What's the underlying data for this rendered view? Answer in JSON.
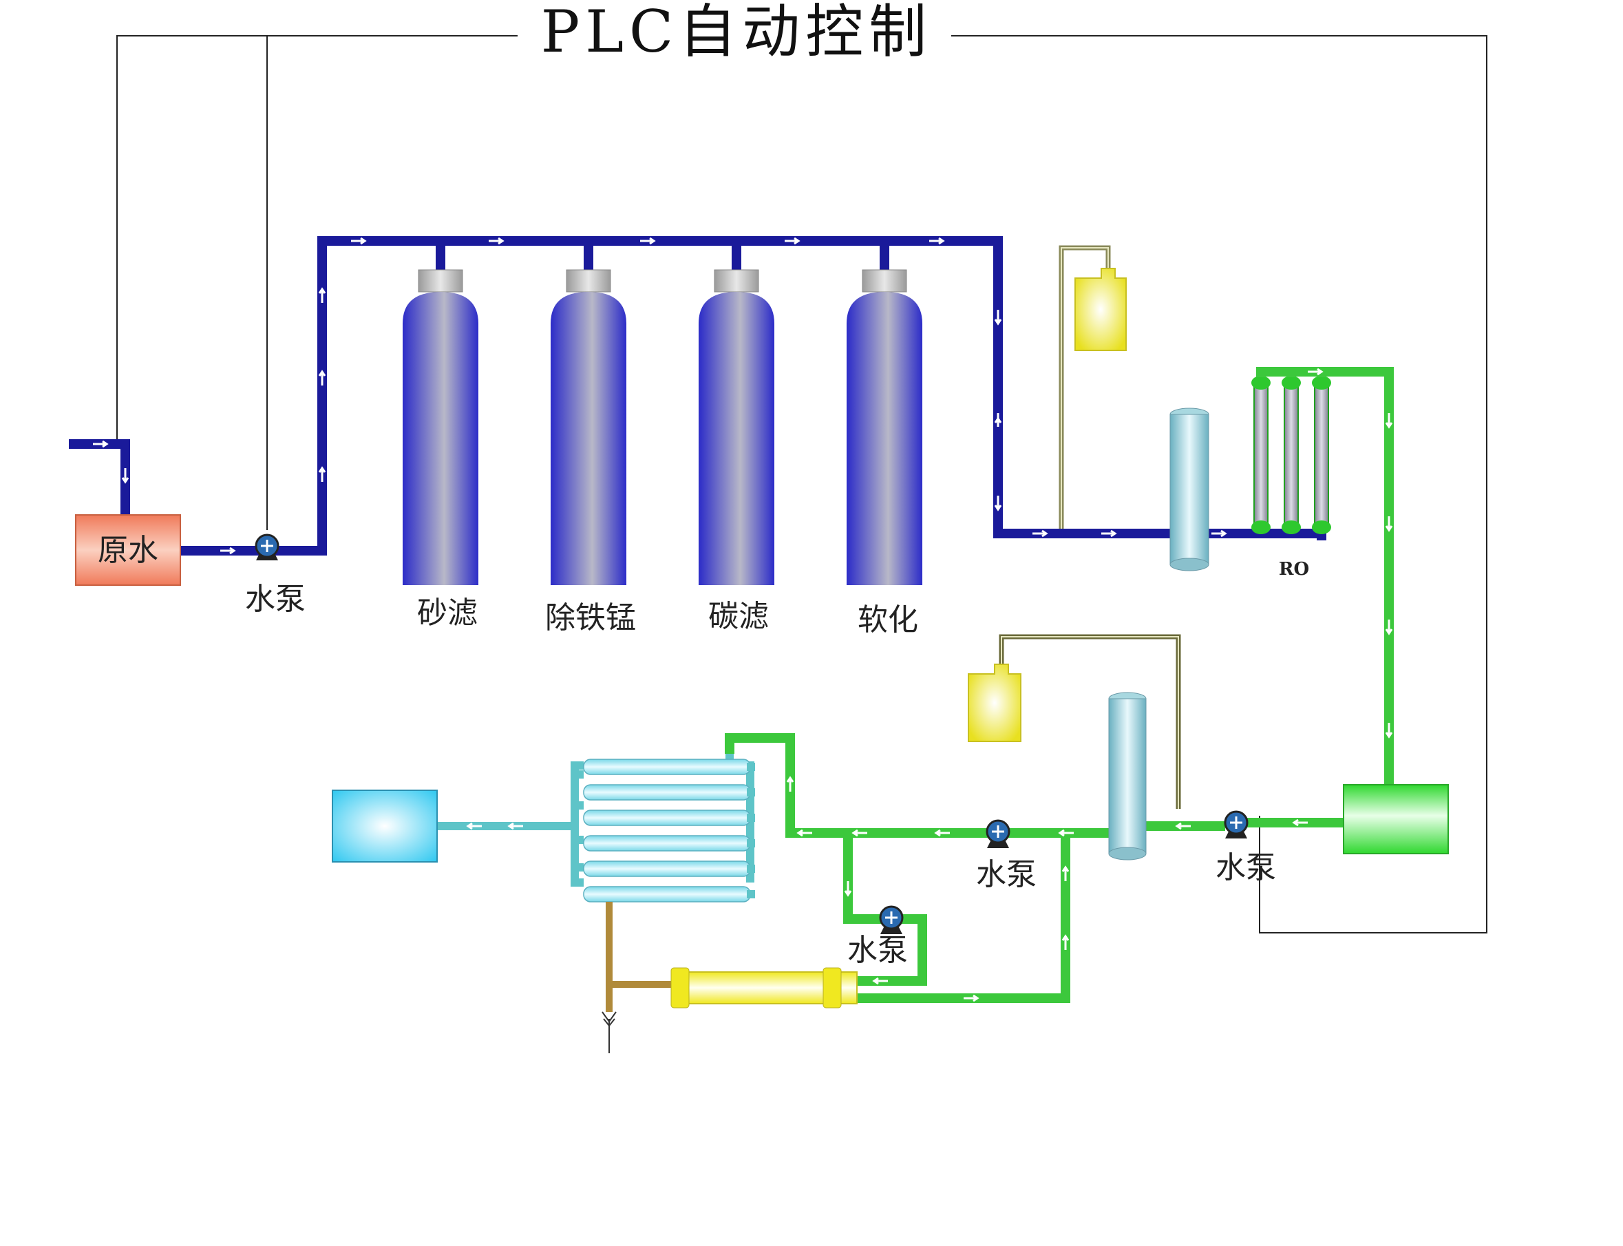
{
  "title": "PLC自动控制",
  "labels": {
    "raw_water": "原水",
    "pump_1": "水泵",
    "sand_filter": "砂滤",
    "iron_manganese_removal": "除铁锰",
    "carbon_filter": "碳滤",
    "softener": "软化",
    "ro": "RO",
    "pump_2": "水泵",
    "pump_3": "水泵",
    "pump_4": "水泵"
  },
  "colors": {
    "pre_treatment_pipe": "#1a1a9a",
    "ro_product_pipe": "#3cc83c",
    "edi_feed_pipe": "#5ec4c8",
    "drain_pipe": "#b08a3a",
    "control_line": "#222222",
    "raw_water_tank": "#f08a6a",
    "product_tank": "#40e040",
    "final_tank": "#40d0f0",
    "dosing_tank": "#f4ee40",
    "filter_vessel": "#3a3ad0"
  },
  "icons": [
    "pump-icon",
    "flow-arrow-icon",
    "drain-arrow-icon"
  ]
}
